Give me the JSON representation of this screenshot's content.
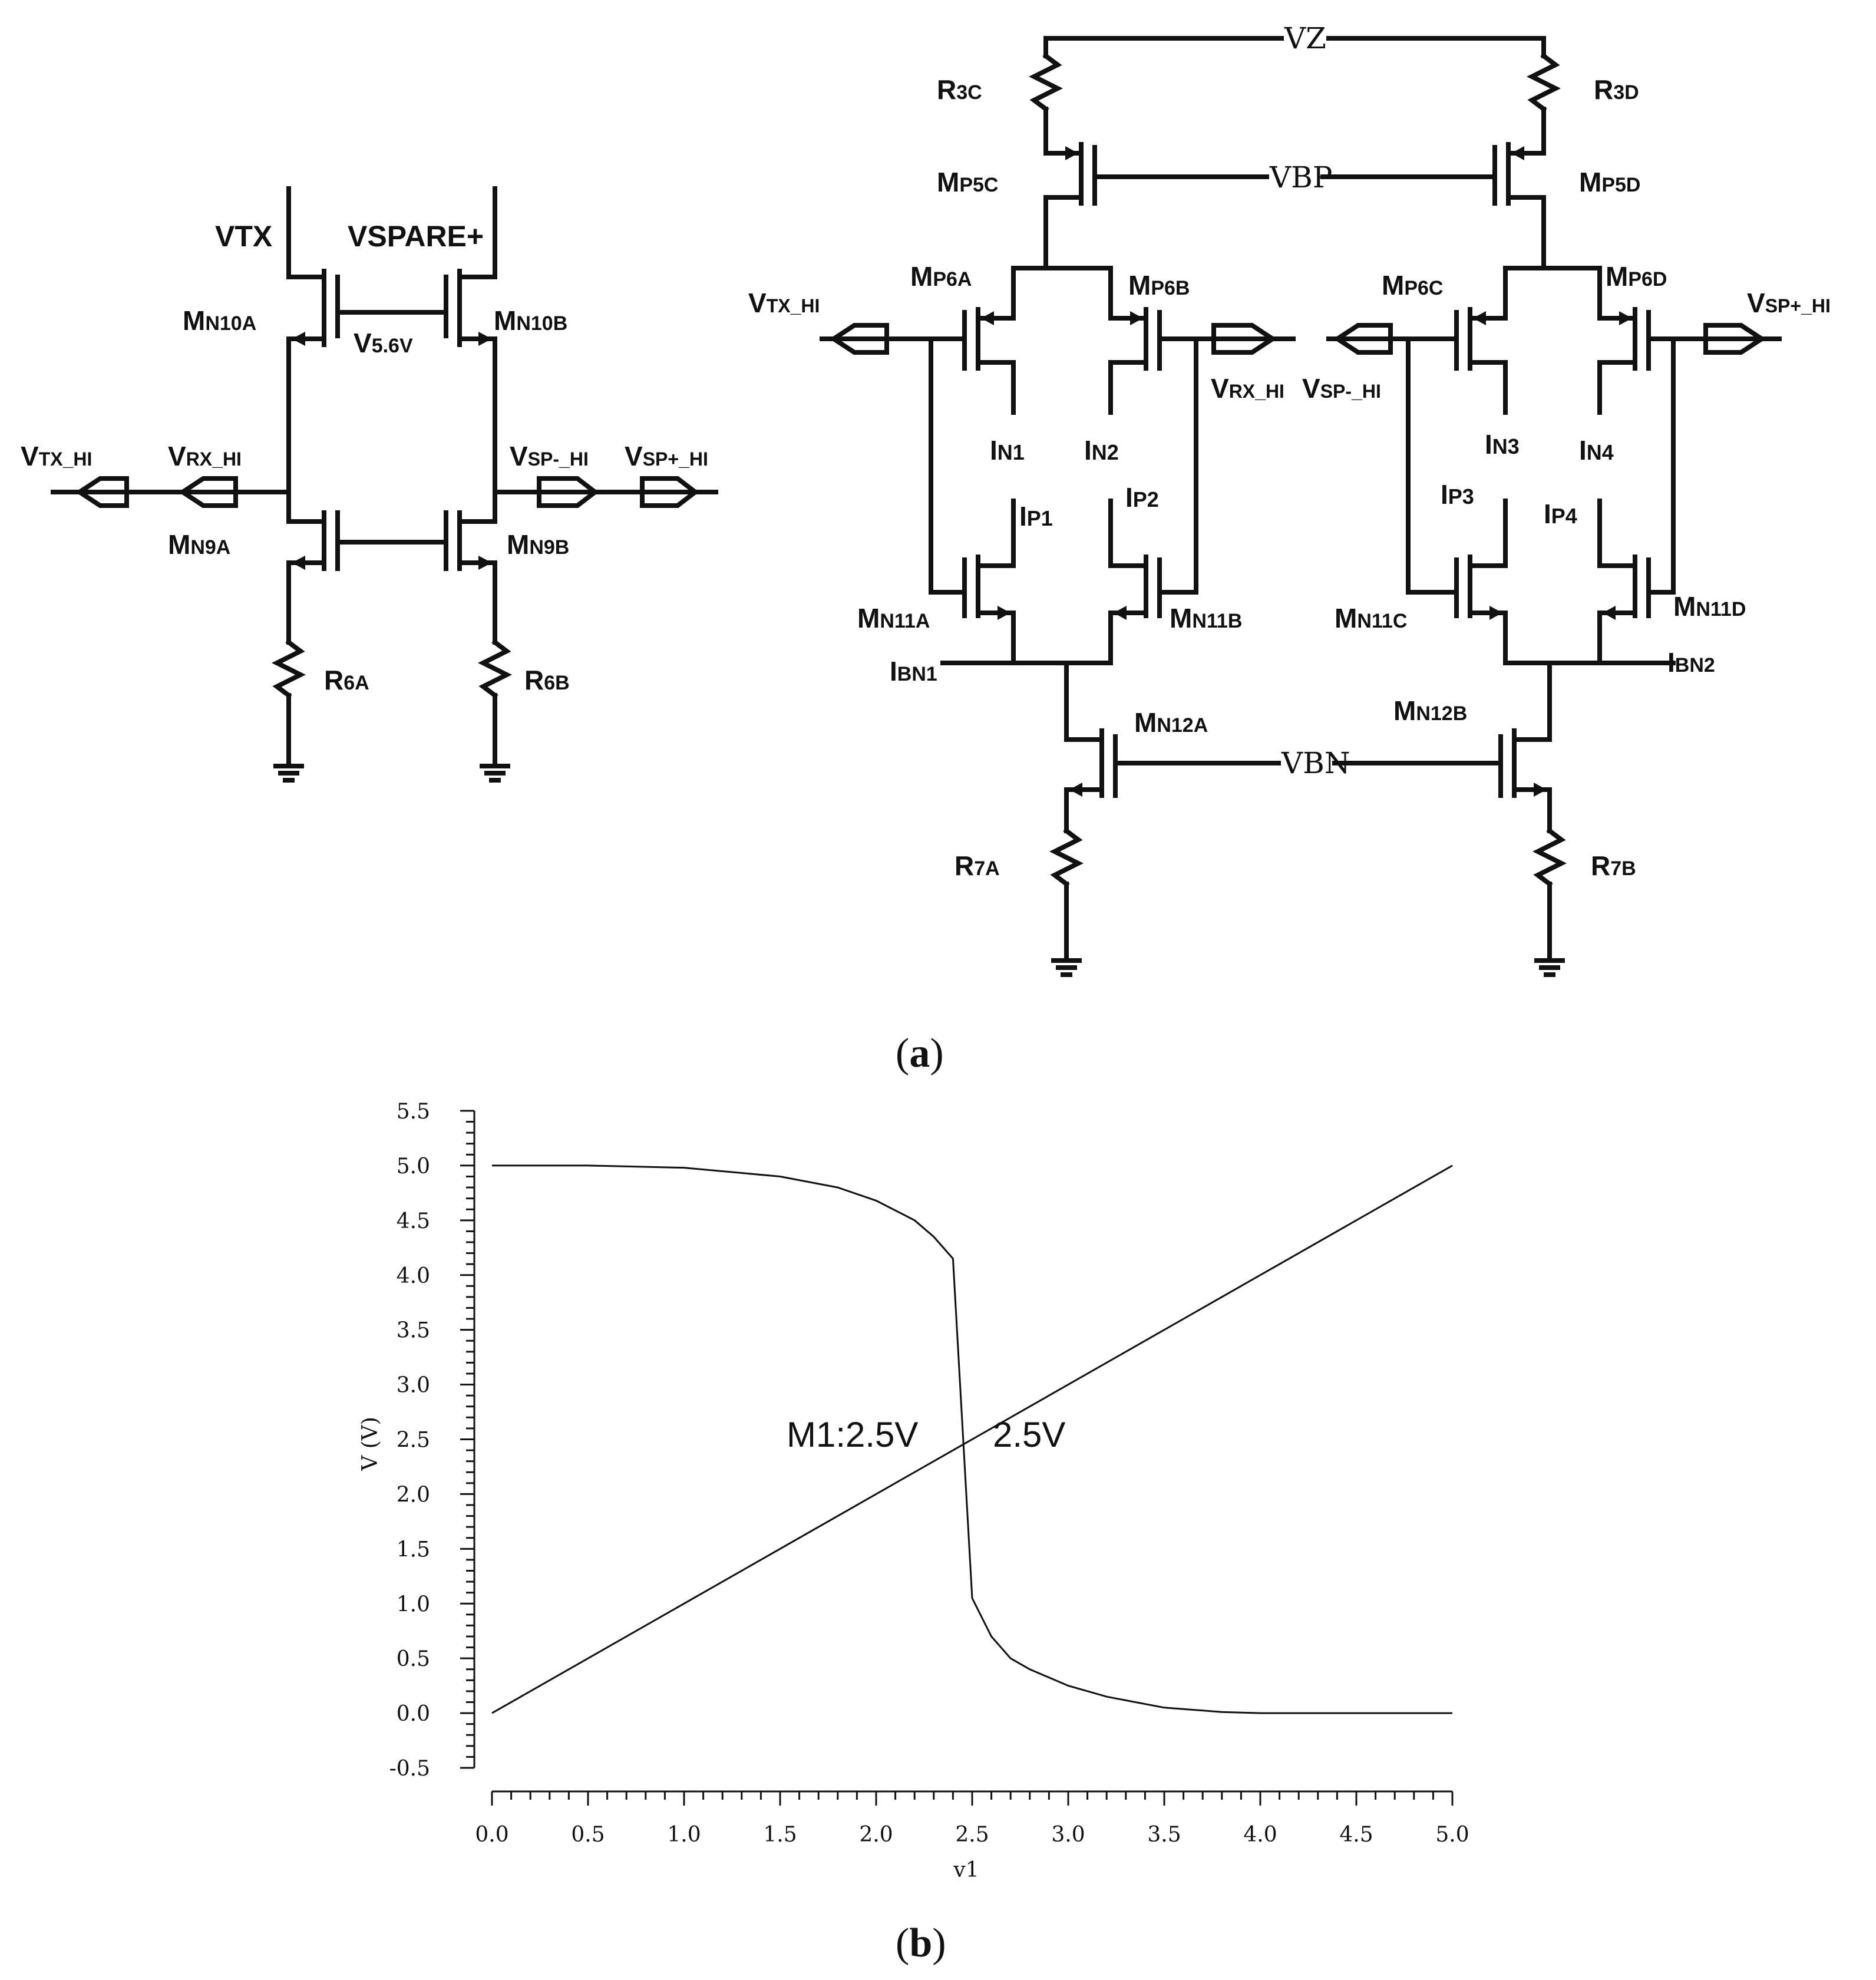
{
  "panel_a": {
    "left": {
      "vtx": "VTX",
      "vspare": "VSPARE+",
      "mn10a": {
        "main": "M",
        "sub": "N10A"
      },
      "mn10b": {
        "main": "M",
        "sub": "N10B"
      },
      "v56": {
        "main": "V",
        "sub": "5.6V"
      },
      "vtx_hi": {
        "main": "V",
        "sub": "TX_HI"
      },
      "vrx_hi": {
        "main": "V",
        "sub": "RX_HI"
      },
      "vsp_minus_hi": {
        "main": "V",
        "sub": "SP-_HI"
      },
      "vsp_plus_hi": {
        "main": "V",
        "sub": "SP+_HI"
      },
      "mn9a": {
        "main": "M",
        "sub": "N9A"
      },
      "mn9b": {
        "main": "M",
        "sub": "N9B"
      },
      "r6a": {
        "main": "R",
        "sub": "6A"
      },
      "r6b": {
        "main": "R",
        "sub": "6B"
      }
    },
    "right": {
      "vz": "VZ",
      "vbp": "VBP",
      "vbn": "VBN",
      "r3c": {
        "main": "R",
        "sub": "3C"
      },
      "r3d": {
        "main": "R",
        "sub": "3D"
      },
      "mp5c": {
        "main": "M",
        "sub": "P5C"
      },
      "mp5d": {
        "main": "M",
        "sub": "P5D"
      },
      "mp6a": {
        "main": "M",
        "sub": "P6A"
      },
      "mp6b": {
        "main": "M",
        "sub": "P6B"
      },
      "mp6c": {
        "main": "M",
        "sub": "P6C"
      },
      "mp6d": {
        "main": "M",
        "sub": "P6D"
      },
      "vtx_hi": {
        "main": "V",
        "sub": "TX_HI"
      },
      "vrx_hi": {
        "main": "V",
        "sub": "RX_HI"
      },
      "vsp_minus_hi": {
        "main": "V",
        "sub": "SP-_HI"
      },
      "vsp_plus_hi": {
        "main": "V",
        "sub": "SP+_HI"
      },
      "in1": {
        "main": "I",
        "sub": "N1"
      },
      "in2": {
        "main": "I",
        "sub": "N2"
      },
      "in3": {
        "main": "I",
        "sub": "N3"
      },
      "in4": {
        "main": "I",
        "sub": "N4"
      },
      "ip1": {
        "main": "I",
        "sub": "P1"
      },
      "ip2": {
        "main": "I",
        "sub": "P2"
      },
      "ip3": {
        "main": "I",
        "sub": "P3"
      },
      "ip4": {
        "main": "I",
        "sub": "P4"
      },
      "mn11a": {
        "main": "M",
        "sub": "N11A"
      },
      "mn11b": {
        "main": "M",
        "sub": "N11B"
      },
      "mn11c": {
        "main": "M",
        "sub": "N11C"
      },
      "mn11d": {
        "main": "M",
        "sub": "N11D"
      },
      "ibn1": {
        "main": "I",
        "sub": "BN1"
      },
      "ibn2": {
        "main": "I",
        "sub": "BN2"
      },
      "mn12a": {
        "main": "M",
        "sub": "N12A"
      },
      "mn12b": {
        "main": "M",
        "sub": "N12B"
      },
      "r7a": {
        "main": "R",
        "sub": "7A"
      },
      "r7b": {
        "main": "R",
        "sub": "7B"
      }
    },
    "caption": {
      "open": "(",
      "letter": "a",
      "close": ")"
    }
  },
  "panel_b": {
    "caption": {
      "open": "(",
      "letter": "b",
      "close": ")"
    },
    "marker_label": "M1:2.5V",
    "marker_value": "2.5V"
  },
  "chart_data": {
    "type": "line",
    "xlabel": "v1",
    "ylabel": "V (V)",
    "xlim": [
      0,
      5
    ],
    "ylim": [
      -0.5,
      5.5
    ],
    "xticks": [
      "0.0",
      "0.5",
      "1.0",
      "1.5",
      "2.0",
      "2.5",
      "3.0",
      "3.5",
      "4.0",
      "4.5",
      "5.0"
    ],
    "yticks": [
      "5.5",
      "5.0",
      "4.5",
      "4.0",
      "3.5",
      "3.0",
      "2.5",
      "2.0",
      "1.5",
      "1.0",
      "0.5",
      "0.0",
      "-0.5"
    ],
    "grid": false,
    "series": [
      {
        "x": [
          0,
          5
        ],
        "y": [
          0,
          5
        ]
      },
      {
        "x": [
          0,
          0.5,
          1.0,
          1.5,
          1.8,
          2.0,
          2.2,
          2.3,
          2.4,
          2.5,
          2.6,
          2.7,
          2.8,
          3.0,
          3.2,
          3.5,
          3.8,
          4.0,
          4.5,
          5.0
        ],
        "y": [
          5.0,
          5.0,
          4.98,
          4.9,
          4.8,
          4.68,
          4.5,
          4.35,
          4.15,
          1.05,
          0.7,
          0.5,
          0.4,
          0.25,
          0.15,
          0.05,
          0.01,
          0.0,
          0.0,
          0.0
        ]
      }
    ],
    "annotations": [
      {
        "text": "M1:2.5V"
      },
      {
        "text": "2.5V"
      }
    ]
  }
}
